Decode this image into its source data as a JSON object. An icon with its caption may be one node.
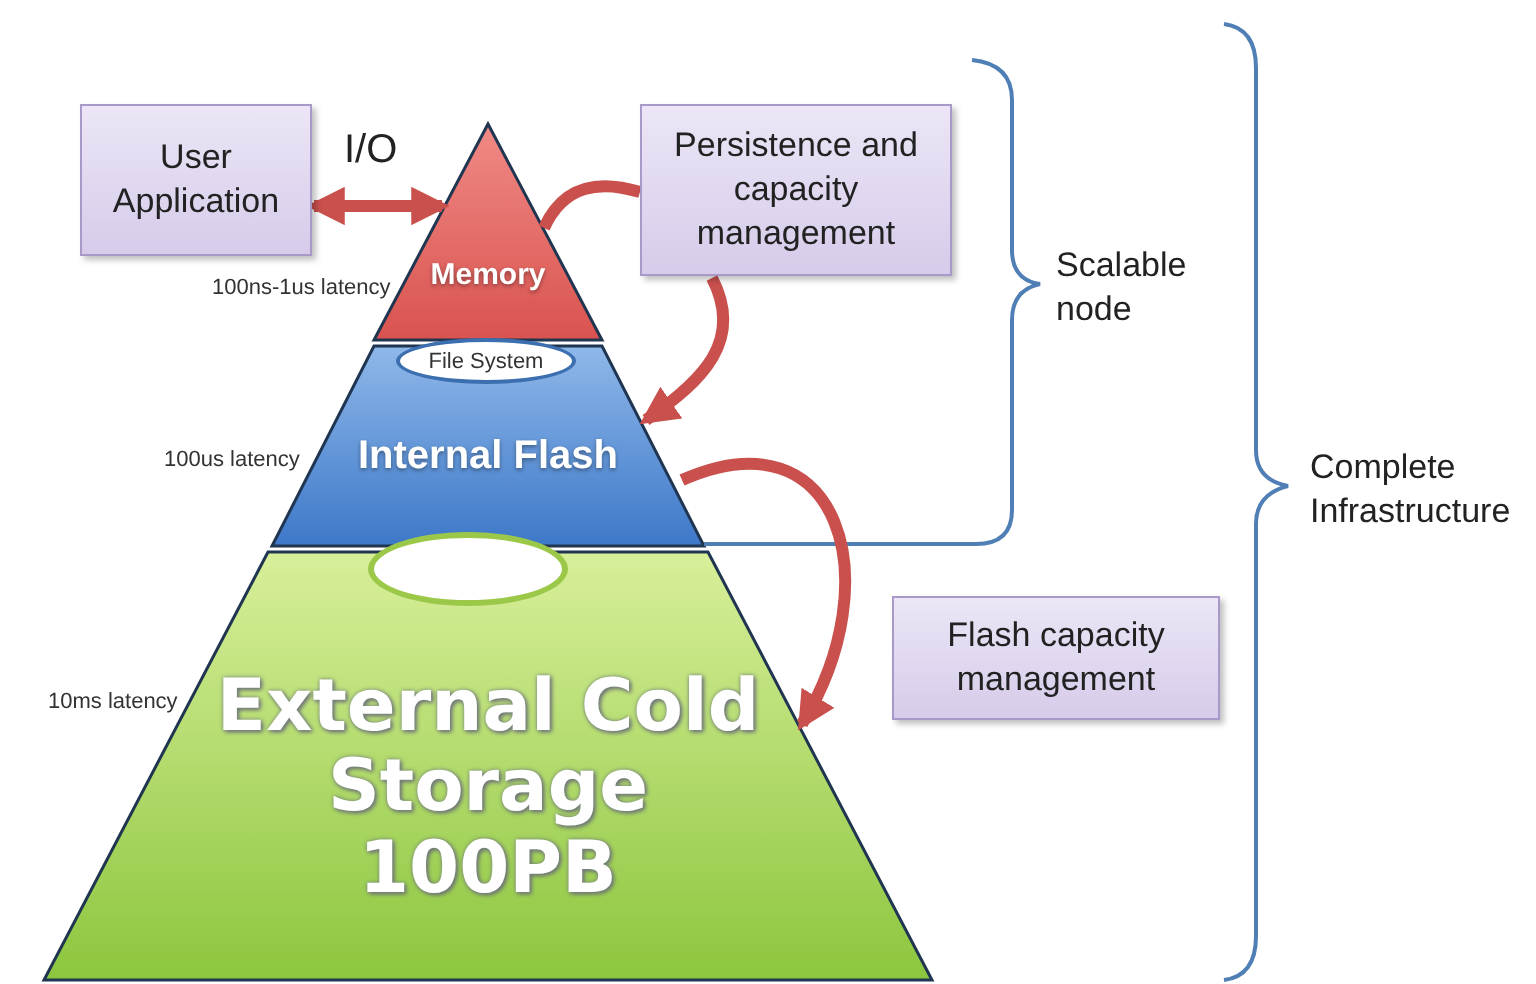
{
  "diagram": {
    "nodes": [
      {
        "text": [
          "User Application"
        ]
      },
      {
        "text": [
          "Memory"
        ],
        "beside": [
          "100ns-1us latency"
        ]
      },
      {
        "text": [
          "File System"
        ]
      },
      {
        "text": [
          "Internal Flash"
        ],
        "beside": [
          "100us latency"
        ]
      },
      {
        "text": [],
        "shape": "ellipse"
      },
      {
        "text": [
          "External Cold Storage 100PB"
        ],
        "beside": [
          "10ms latency"
        ]
      },
      {
        "text": [
          "Persistence and capacity management"
        ]
      },
      {
        "text": [
          "Flash capacity management"
        ]
      }
    ],
    "edges": [
      {
        "from": 0,
        "to": 1,
        "arrow": "both",
        "label": "I/O"
      },
      {
        "from": 1,
        "to": 6,
        "arrow": "none"
      },
      {
        "from": 6,
        "to": 3,
        "arrow": "to"
      },
      {
        "from": 3,
        "to": 5,
        "arrow": "to"
      }
    ],
    "labels": [
      "Scalable node",
      "Complete Infrastructure"
    ]
  }
}
